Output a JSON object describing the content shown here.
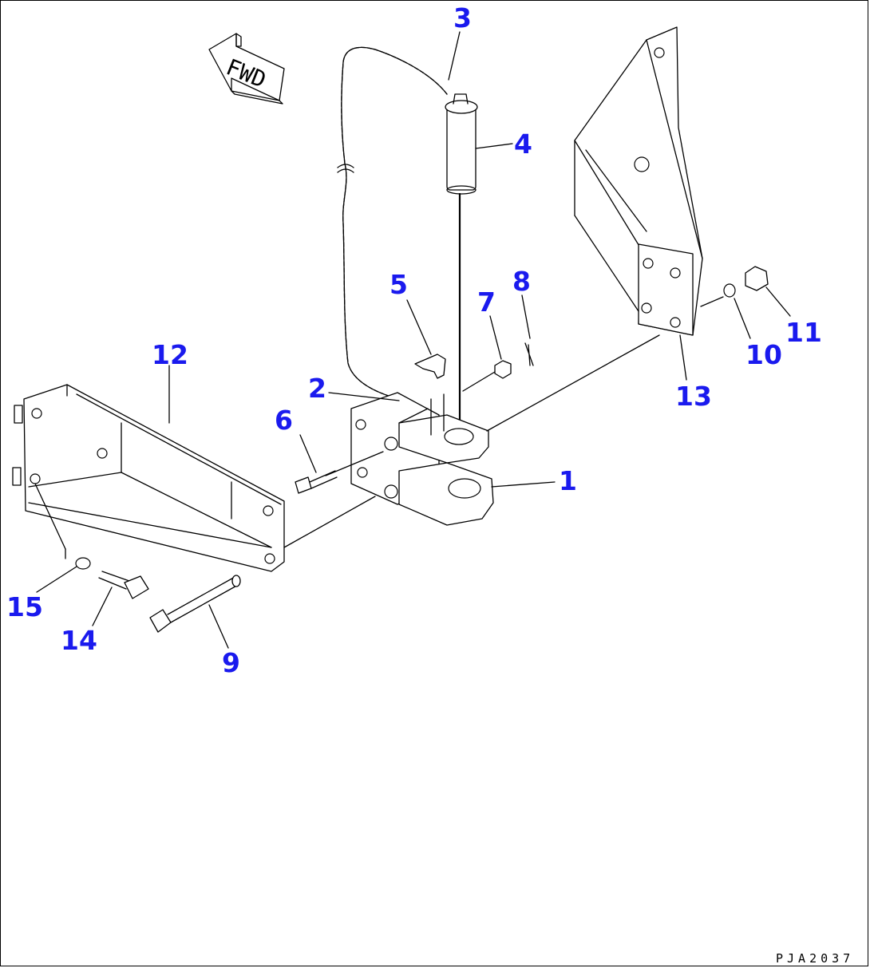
{
  "diagram": {
    "fwd_label": "FWD",
    "drawing_code": "PJA2037",
    "callouts": [
      {
        "id": "1",
        "label": "1"
      },
      {
        "id": "2",
        "label": "2"
      },
      {
        "id": "3",
        "label": "3"
      },
      {
        "id": "4",
        "label": "4"
      },
      {
        "id": "5",
        "label": "5"
      },
      {
        "id": "6",
        "label": "6"
      },
      {
        "id": "7",
        "label": "7"
      },
      {
        "id": "8",
        "label": "8"
      },
      {
        "id": "9",
        "label": "9"
      },
      {
        "id": "10",
        "label": "10"
      },
      {
        "id": "11",
        "label": "11"
      },
      {
        "id": "12",
        "label": "12"
      },
      {
        "id": "13",
        "label": "13"
      },
      {
        "id": "14",
        "label": "14"
      },
      {
        "id": "15",
        "label": "15"
      }
    ],
    "colors": {
      "callout": "#1a1aee",
      "line": "#000000",
      "background": "#ffffff"
    }
  }
}
